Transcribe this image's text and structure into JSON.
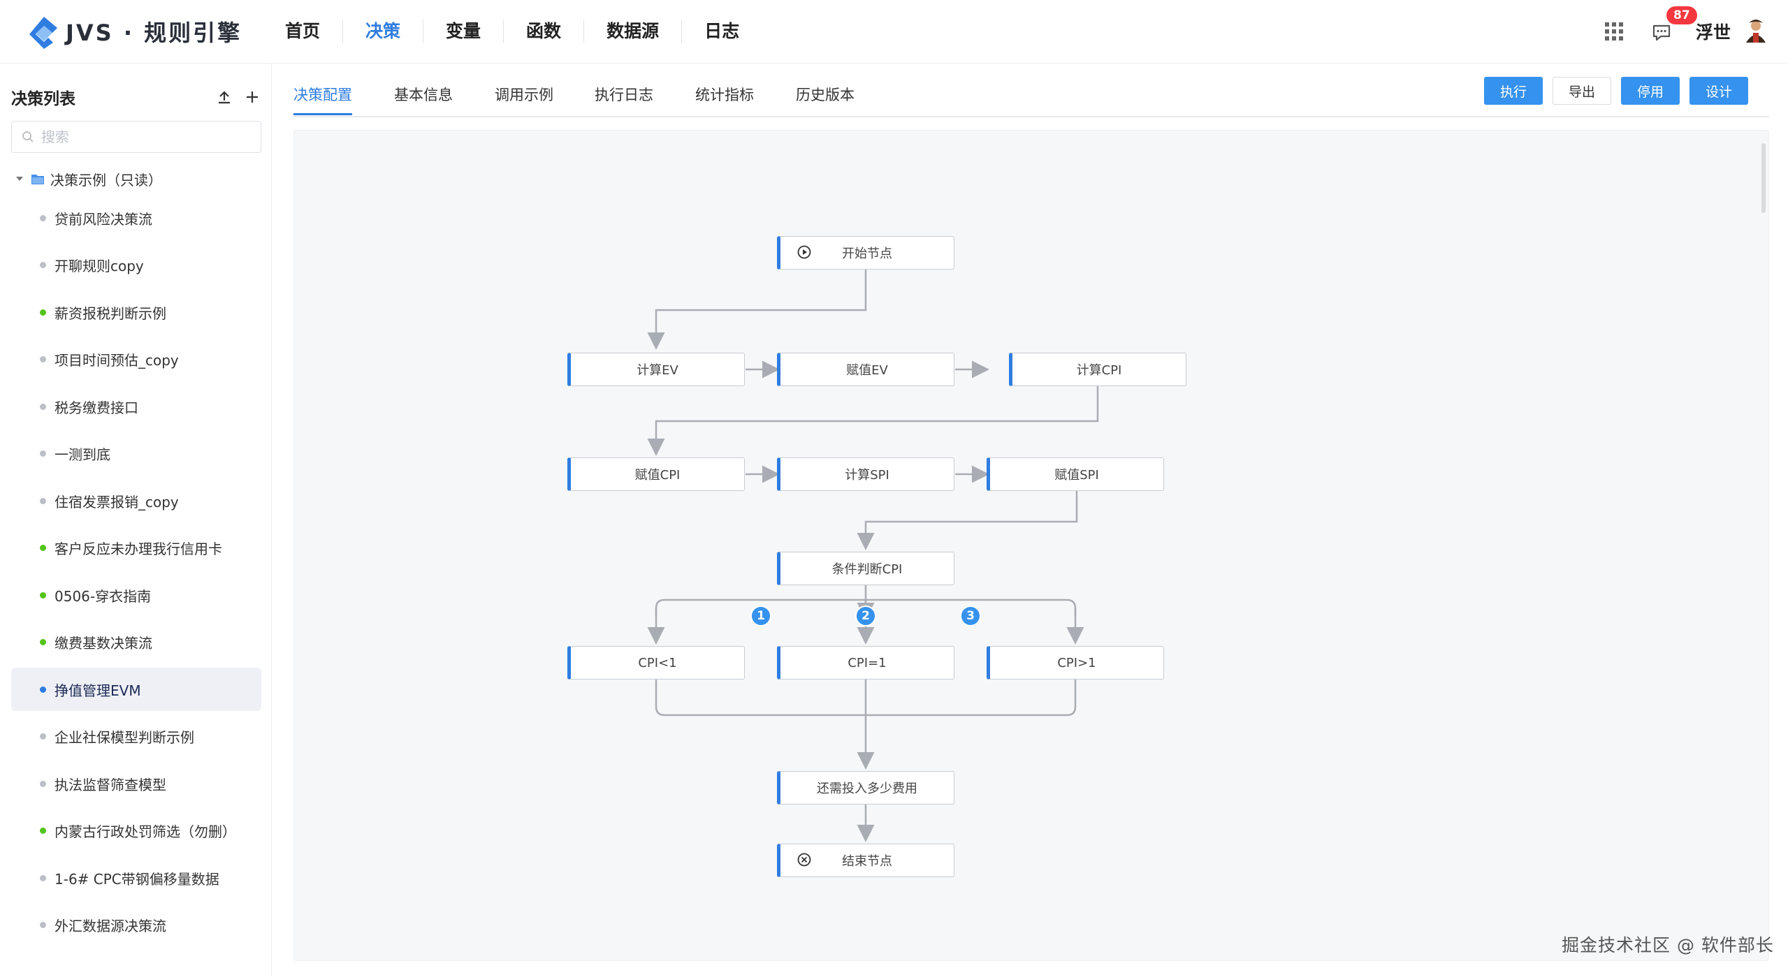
{
  "app": {
    "logo_text": "JVS · 规则引擎"
  },
  "nav": [
    {
      "label": "首页"
    },
    {
      "label": "决策"
    },
    {
      "label": "变量"
    },
    {
      "label": "函数"
    },
    {
      "label": "数据源"
    },
    {
      "label": "日志"
    }
  ],
  "nav_active": "决策",
  "header": {
    "message_count": "87",
    "username": "浮世"
  },
  "sidebar": {
    "title": "决策列表",
    "search_placeholder": "搜索",
    "root": "决策示例（只读）",
    "items": [
      {
        "label": "贷前风险决策流",
        "status": "gray"
      },
      {
        "label": "开聊规则copy",
        "status": "gray"
      },
      {
        "label": "薪资报税判断示例",
        "status": "green"
      },
      {
        "label": "项目时间预估_copy",
        "status": "gray"
      },
      {
        "label": "税务缴费接口",
        "status": "gray"
      },
      {
        "label": "一测到底",
        "status": "gray"
      },
      {
        "label": "住宿发票报销_copy",
        "status": "gray"
      },
      {
        "label": "客户反应未办理我行信用卡",
        "status": "green"
      },
      {
        "label": "0506-穿衣指南",
        "status": "green"
      },
      {
        "label": "缴费基数决策流",
        "status": "green"
      },
      {
        "label": "挣值管理EVM",
        "status": "blue",
        "selected": true
      },
      {
        "label": "企业社保模型判断示例",
        "status": "gray"
      },
      {
        "label": "执法监督筛查模型",
        "status": "gray"
      },
      {
        "label": "内蒙古行政处罚筛选（勿删）",
        "status": "green"
      },
      {
        "label": "1-6# CPC带钢偏移量数据",
        "status": "gray"
      },
      {
        "label": "外汇数据源决策流",
        "status": "gray"
      }
    ]
  },
  "tabs": [
    {
      "label": "决策配置",
      "active": true
    },
    {
      "label": "基本信息"
    },
    {
      "label": "调用示例"
    },
    {
      "label": "执行日志"
    },
    {
      "label": "统计指标"
    },
    {
      "label": "历史版本"
    }
  ],
  "actions": {
    "run": "执行",
    "export": "导出",
    "disable": "停用",
    "design": "设计"
  },
  "flow": {
    "nodes": {
      "start": "开始节点",
      "calc_ev": "计算EV",
      "assign_ev": "赋值EV",
      "calc_cpi": "计算CPI",
      "assign_cpi": "赋值CPI",
      "calc_spi": "计算SPI",
      "assign_spi": "赋值SPI",
      "cond_cpi": "条件判断CPI",
      "cpi_lt": "CPI<1",
      "cpi_eq": "CPI=1",
      "cpi_gt": "CPI>1",
      "remaining": "还需投入多少费用",
      "end": "结束节点"
    },
    "branches": [
      "1",
      "2",
      "3"
    ]
  },
  "watermark": "掘金技术社区 @ 软件部长",
  "colors": {
    "primary": "#2f7de1",
    "button": "#3592ee",
    "badge": "#f5373f",
    "green": "#52c41a"
  }
}
